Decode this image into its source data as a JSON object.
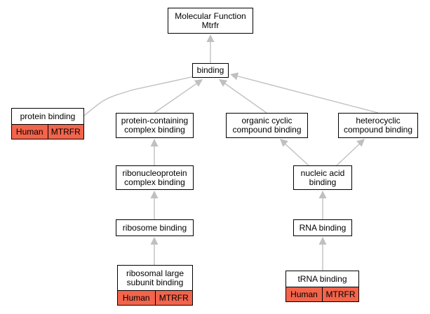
{
  "diagram": {
    "annotation_color": "#f2644b",
    "edge_color": "#c0c0c0",
    "nodes": {
      "mf": {
        "label": "Molecular Function\nMtrfr"
      },
      "bind": {
        "label": "binding"
      },
      "prot": {
        "label": "protein binding",
        "tags": [
          "Human",
          "MTRFR"
        ]
      },
      "pcb": {
        "label": "protein-containing\ncomplex binding"
      },
      "occb": {
        "label": "organic cyclic\ncompound binding"
      },
      "hcb": {
        "label": "heterocyclic\ncompound binding"
      },
      "rcb": {
        "label": "ribonucleoprotein\ncomplex binding"
      },
      "nab": {
        "label": "nucleic acid\nbinding"
      },
      "rib": {
        "label": "ribosome binding"
      },
      "rna": {
        "label": "RNA binding"
      },
      "rlsu": {
        "label": "ribosomal large\nsubunit binding",
        "tags": [
          "Human",
          "MTRFR"
        ]
      },
      "trna": {
        "label": "tRNA binding",
        "tags": [
          "Human",
          "MTRFR"
        ]
      }
    },
    "edges": [
      [
        "bind",
        "mf"
      ],
      [
        "prot",
        "bind"
      ],
      [
        "pcb",
        "bind"
      ],
      [
        "occb",
        "bind"
      ],
      [
        "hcb",
        "bind"
      ],
      [
        "rcb",
        "pcb"
      ],
      [
        "nab",
        "occb"
      ],
      [
        "nab",
        "hcb"
      ],
      [
        "rib",
        "rcb"
      ],
      [
        "rna",
        "nab"
      ],
      [
        "rlsu",
        "rib"
      ],
      [
        "trna",
        "rna"
      ]
    ]
  }
}
